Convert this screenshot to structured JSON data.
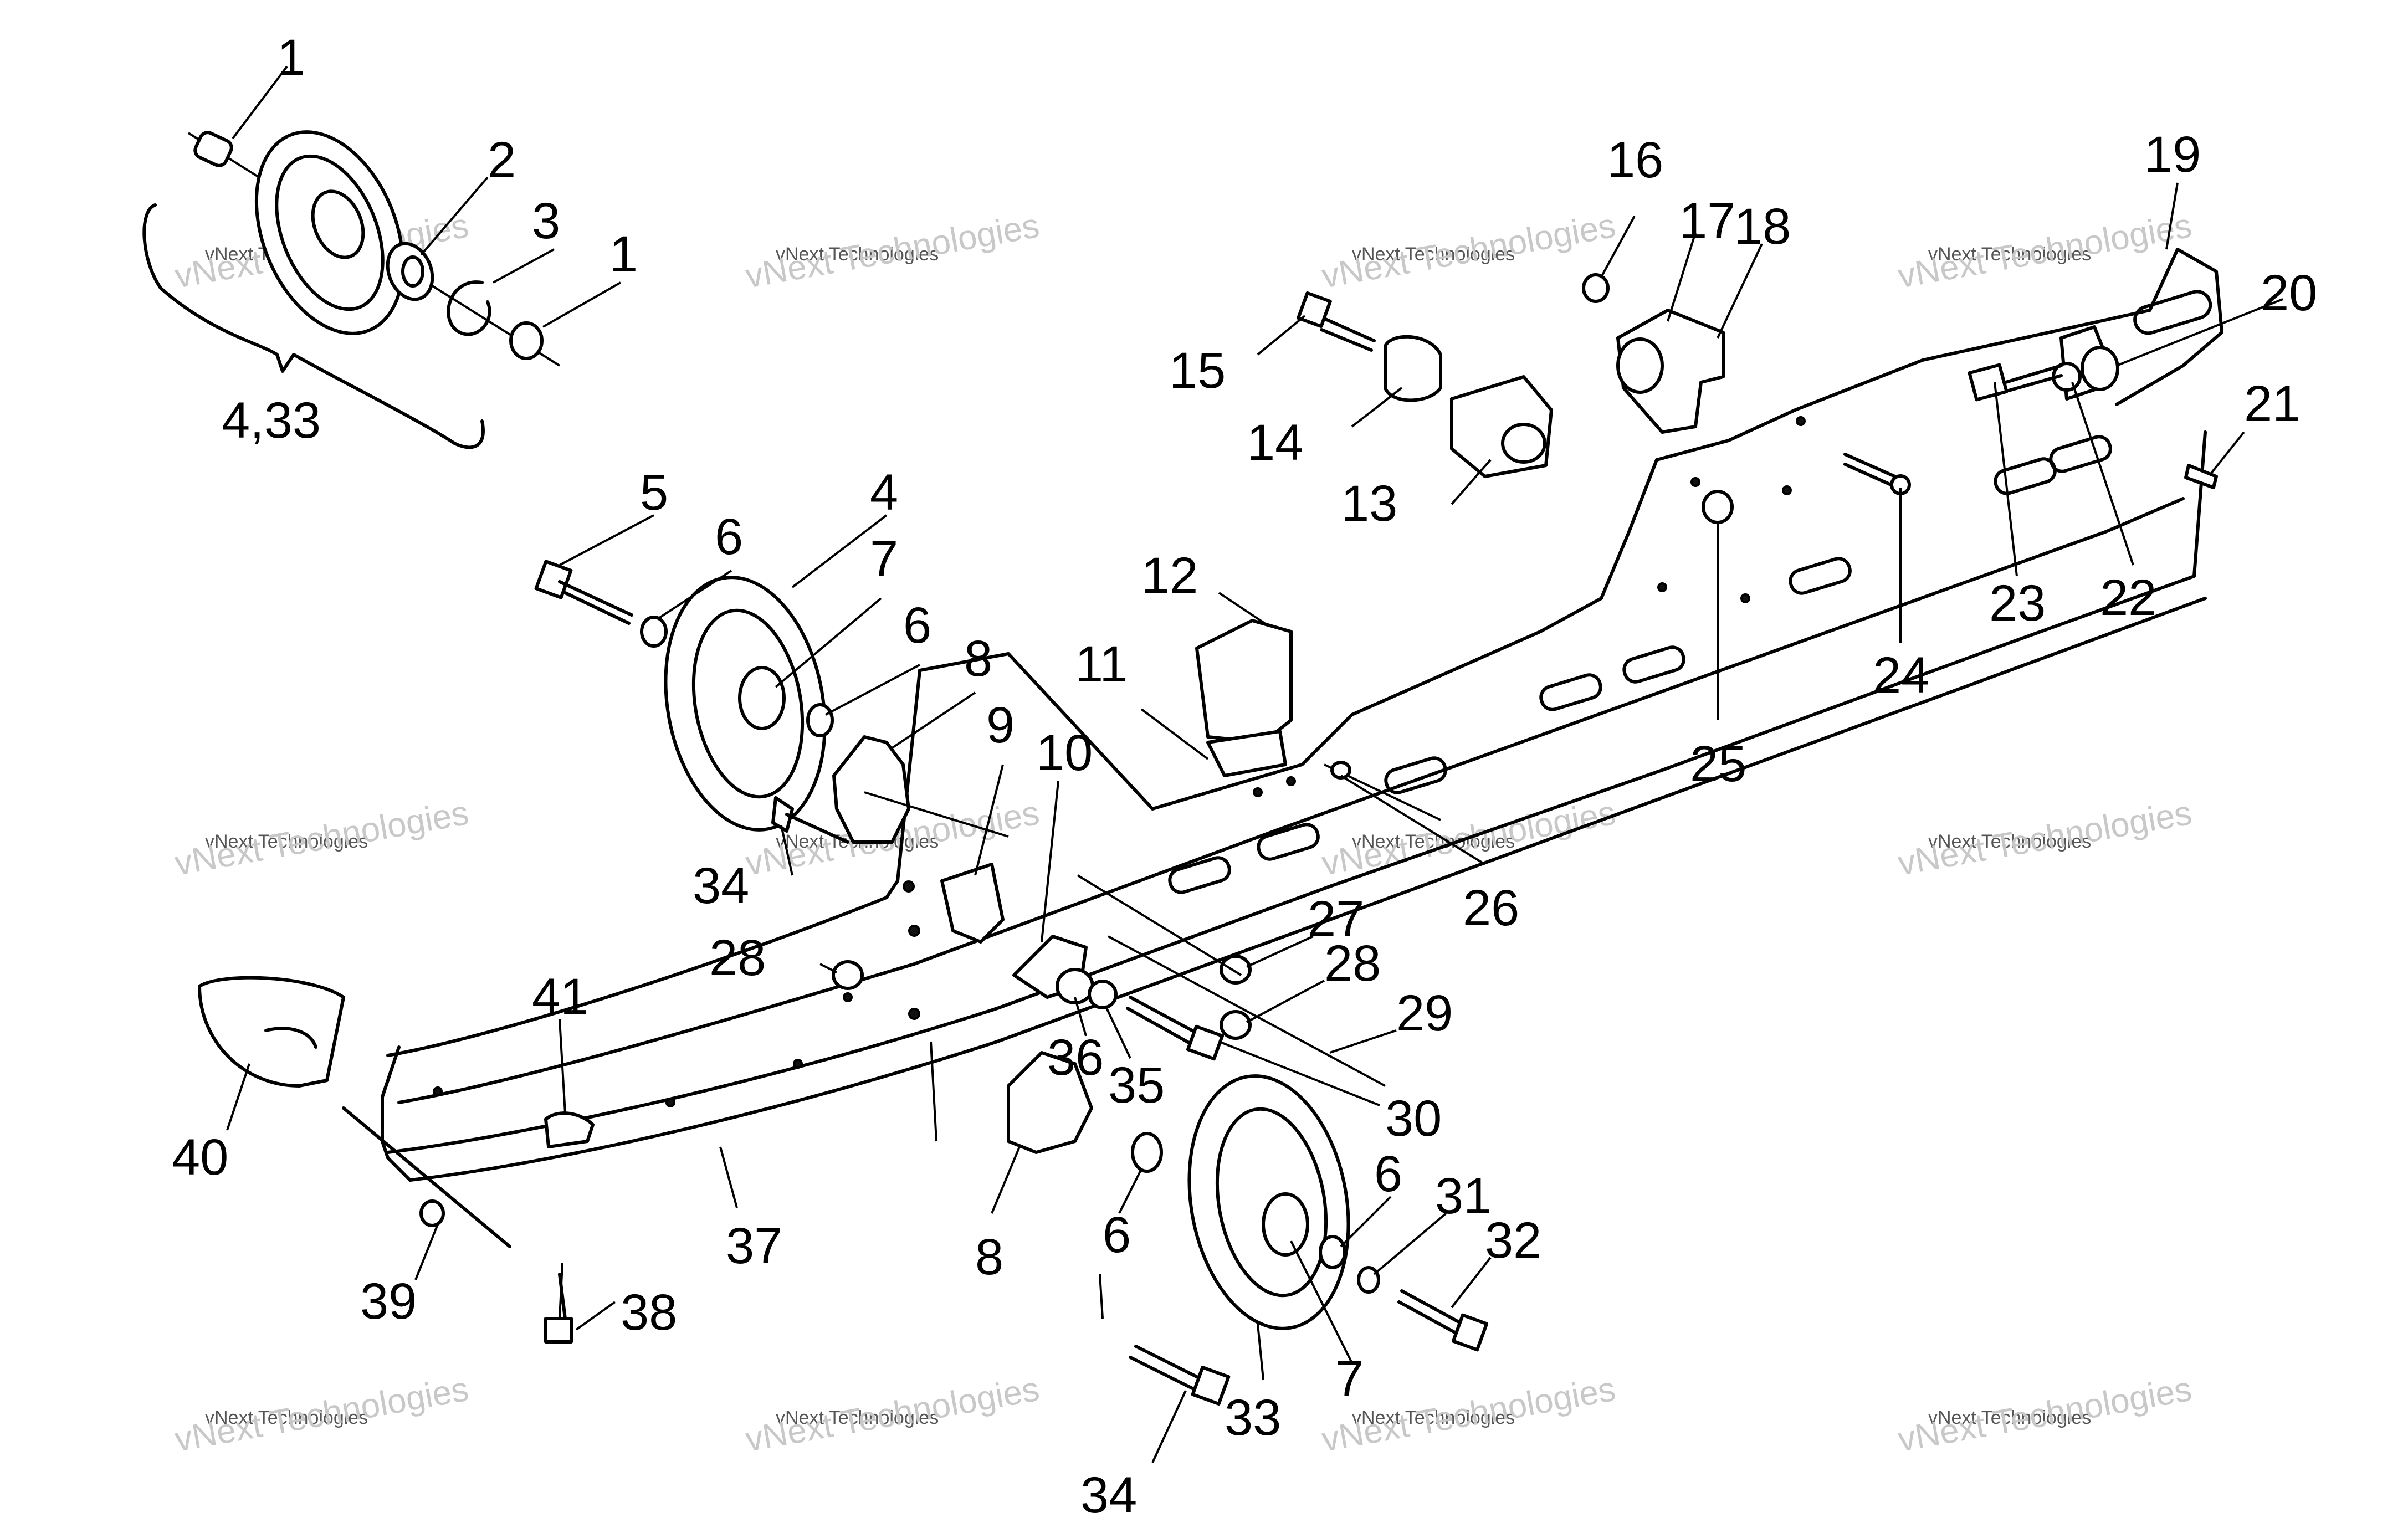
{
  "diagram": {
    "callouts": [
      "1",
      "2",
      "3",
      "1",
      "4,33",
      "5",
      "6",
      "4",
      "7",
      "6",
      "8",
      "9",
      "10",
      "11",
      "12",
      "13",
      "14",
      "15",
      "16",
      "17",
      "18",
      "19",
      "20",
      "21",
      "22",
      "23",
      "24",
      "25",
      "26",
      "27",
      "28",
      "28",
      "29",
      "30",
      "31",
      "32",
      "33",
      "34",
      "34",
      "35",
      "36",
      "37",
      "38",
      "39",
      "40",
      "41",
      "6",
      "7",
      "8"
    ]
  },
  "watermark": {
    "line1": "vNext Technologies",
    "line2": "vNext Technologies"
  }
}
